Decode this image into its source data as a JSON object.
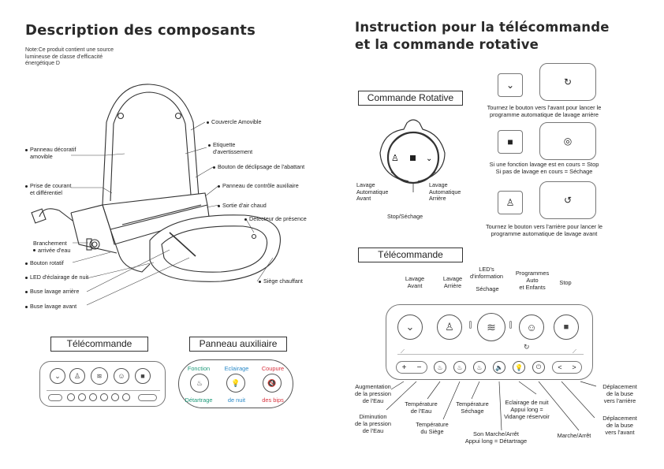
{
  "left": {
    "title": "Description des composants",
    "note": [
      "Note:Ce produit contient une source",
      "lumineuse de classe d'efficacité",
      "énergétique D"
    ],
    "labels_left": [
      {
        "text1": "Panneau décoratif",
        "text2": "amovible"
      },
      {
        "text1": "Prise de courant",
        "text2": "et différentiel"
      },
      {
        "text1": "Branchement",
        "text2": "arrivée d'eau"
      },
      {
        "text1": "Bouton rotatif",
        "text2": ""
      },
      {
        "text1": "LED d'éclairage de nuit",
        "text2": ""
      },
      {
        "text1": "Buse lavage arrière",
        "text2": ""
      },
      {
        "text1": "Buse lavage avant",
        "text2": ""
      }
    ],
    "labels_right": [
      {
        "text1": "Couvercle Amovible",
        "text2": ""
      },
      {
        "text1": "Etiquette",
        "text2": "d'avertissement"
      },
      {
        "text1": "Bouton de déclipsage de l'abattant",
        "text2": ""
      },
      {
        "text1": "Panneau de contrôle auxiliaire",
        "text2": ""
      },
      {
        "text1": "Sortie d'air chaud",
        "text2": ""
      },
      {
        "text1": "Détecteur de présence",
        "text2": ""
      },
      {
        "text1": "Siège chauffant",
        "text2": ""
      }
    ],
    "telecommande_box": "Télécommande",
    "aux_box": "Panneau auxiliaire",
    "aux_panel": {
      "btn1_top": "Fonction",
      "btn1_bottom": "Détartrage",
      "btn2_top": "Eclairage",
      "btn2_bottom": "de nuit",
      "btn3_top": "Coupure",
      "btn3_bottom": "des bips"
    },
    "colors": {
      "fonction": "#1f9a7a",
      "eclairage": "#2b8ac8",
      "coupure": "#d8343f"
    }
  },
  "right": {
    "title_line1": "Instruction pour la télécommande",
    "title_line2": "et la commande rotative",
    "rotative_box": "Commande Rotative",
    "knob": {
      "left_label": [
        "Lavage",
        "Automatique",
        "Avant"
      ],
      "right_label": [
        "Lavage",
        "Automatique",
        "Arrière"
      ],
      "bottom_label": "Stop/Séchage"
    },
    "captions": [
      [
        "Tournez le bouton vers l'avant pour lancer le",
        "programme automatique de lavage arrière"
      ],
      [
        "Si une fonction lavage est en cours = Stop",
        "Si pas de lavage en cours = Séchage"
      ],
      [
        "Tournez le bouton vers l'arrière pour lancer le",
        "programme automatique de lavage avant"
      ]
    ],
    "telecommande_box": "Télécommande",
    "top_labels": [
      [
        "Lavage",
        "Avant"
      ],
      [
        "Lavage",
        "Arrière"
      ],
      [
        "LED's",
        "d'information"
      ],
      [
        "Séchage"
      ],
      [
        "Programmes",
        "Auto",
        "et Enfants"
      ],
      [
        "Stop"
      ]
    ],
    "bottom_labels": {
      "augmentation": [
        "Augmentation",
        "de la pression",
        "de l'Eau"
      ],
      "diminution": [
        "Diminution",
        "de la pression",
        "de l'Eau"
      ],
      "temp_eau": [
        "Température",
        "de l'Eau"
      ],
      "temp_siege": [
        "Température",
        "du Siège"
      ],
      "temp_sechage": [
        "Température",
        "Séchage"
      ],
      "eclairage": [
        "Eclairage de nuit",
        "Appui long =",
        "Vidange réservoir"
      ],
      "son": [
        "Son Marche/Arrêt",
        "Appui long = Détartrage"
      ],
      "marche": [
        "Marche/Arrêt"
      ],
      "depl_arriere": [
        "Déplacement",
        "de la buse",
        "vers l'arrière"
      ],
      "depl_avant": [
        "Déplacement",
        "de la buse",
        "vers l'avant"
      ]
    },
    "remote_symbols": {
      "plus": "+",
      "minus": "−",
      "left": "<",
      "right": ">"
    }
  }
}
